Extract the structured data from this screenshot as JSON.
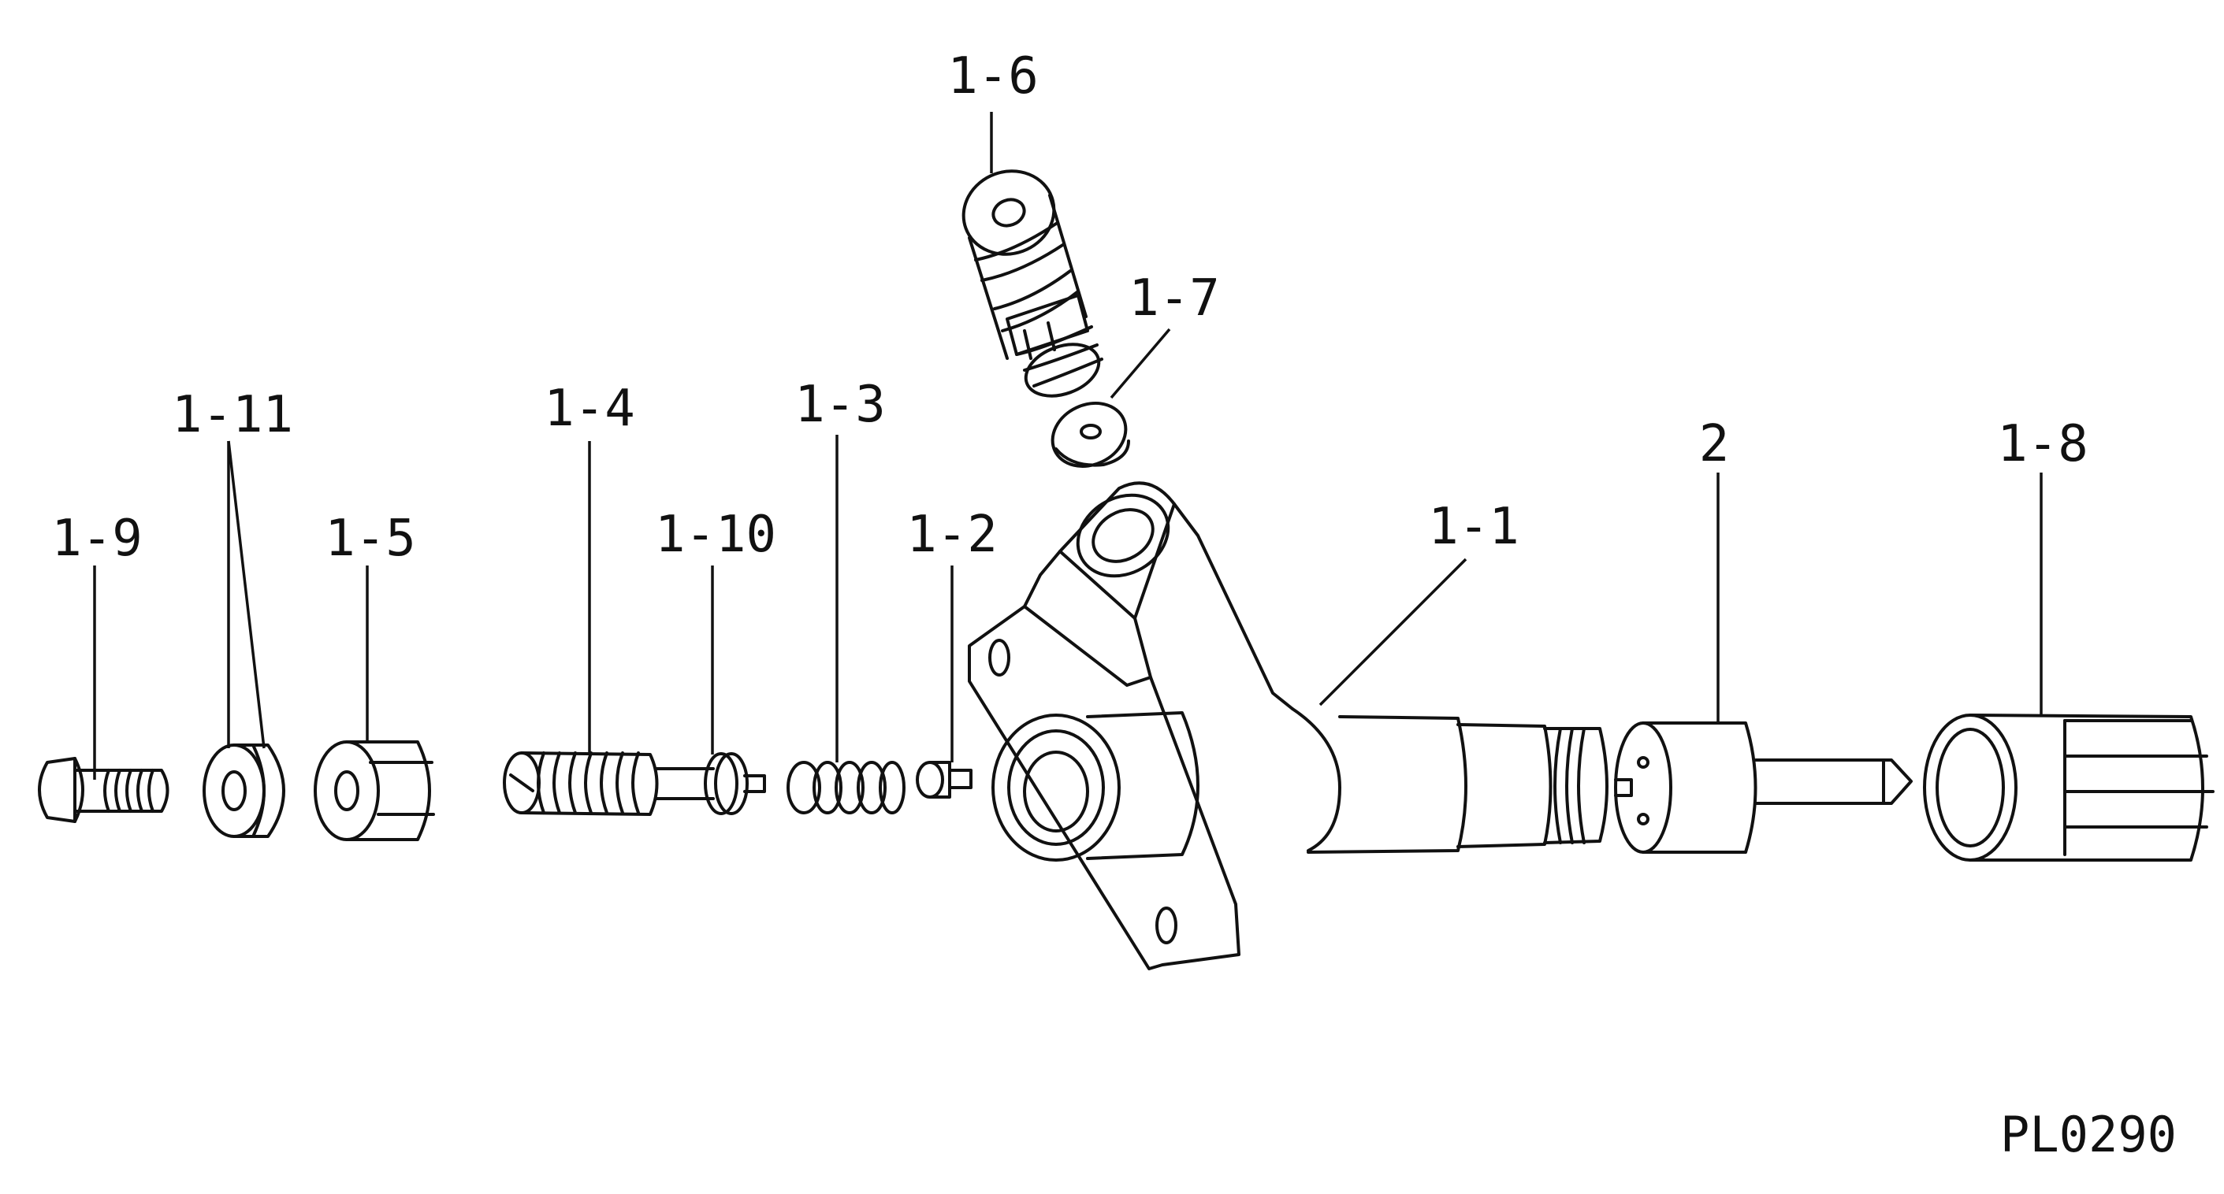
{
  "callouts": {
    "c1_1": "1-1",
    "c1_2": "1-2",
    "c1_3": "1-3",
    "c1_4": "1-4",
    "c1_5": "1-5",
    "c1_6": "1-6",
    "c1_7": "1-7",
    "c1_8": "1-8",
    "c1_9": "1-9",
    "c1_10": "1-10",
    "c1_11": "1-11",
    "c2": "2"
  },
  "plate_id": "PL0290"
}
